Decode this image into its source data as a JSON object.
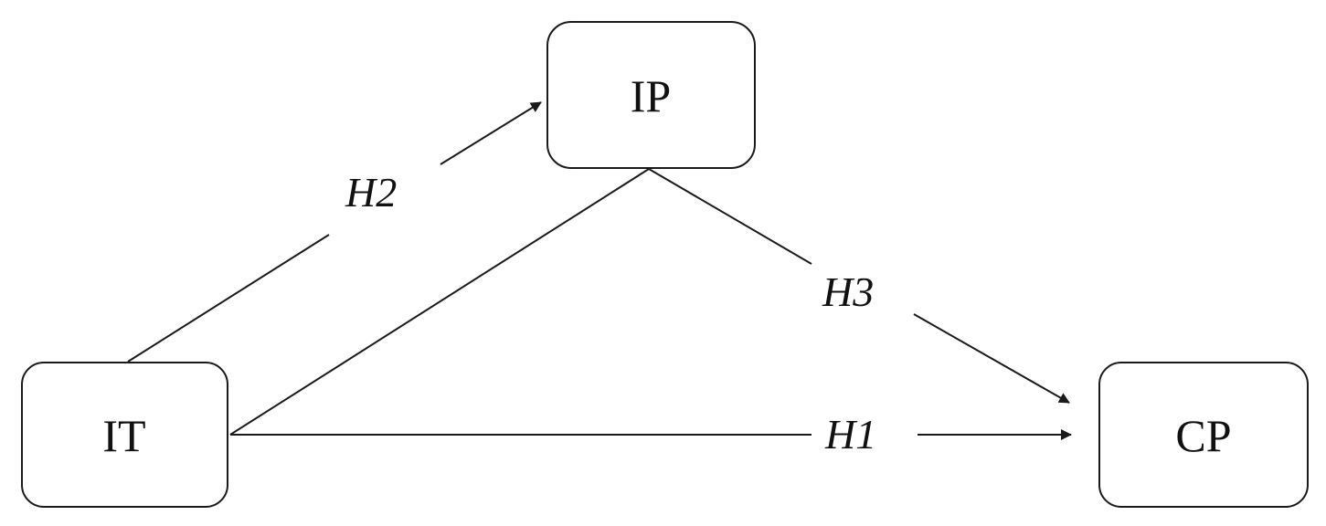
{
  "diagram": {
    "nodes": {
      "it": {
        "label": "IT"
      },
      "ip": {
        "label": "IP"
      },
      "cp": {
        "label": "CP"
      }
    },
    "edges": {
      "h1": {
        "label": "H1",
        "from": "IT",
        "to": "CP"
      },
      "h2": {
        "label": "H2",
        "from": "IT",
        "to": "IP"
      },
      "h3": {
        "label": "H3",
        "from": "IP",
        "to": "CP"
      }
    },
    "colors": {
      "stroke": "#1a1a1a",
      "text": "#111111",
      "background": "#ffffff"
    }
  }
}
